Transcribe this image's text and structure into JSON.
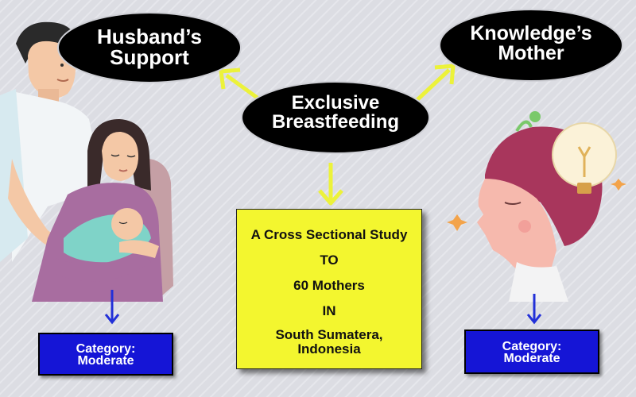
{
  "center": {
    "line1": "Exclusive",
    "line2": "Breastfeeding"
  },
  "left_ellipse": {
    "line1": "Husband’s",
    "line2": "Support"
  },
  "right_ellipse": {
    "line1": "Knowledge’s",
    "line2": "Mother"
  },
  "study_box": {
    "lines": [
      "A Cross Sectional Study",
      "TO",
      "60 Mothers",
      "IN",
      "South Sumatera,",
      "Indonesia"
    ]
  },
  "left_category": {
    "line1": "Category:",
    "line2": "Moderate"
  },
  "right_category": {
    "line1": "Category:",
    "line2": "Moderate"
  },
  "colors": {
    "ellipse_fill": "#000000",
    "arrow_yellow": "#ecf23a",
    "study_box_fill": "#f3f62f",
    "category_fill": "#1515d6",
    "blue_arrow": "#2230d8"
  },
  "icons": [
    "father-illustration",
    "mother-baby-illustration",
    "woman-profile-illustration",
    "lightbulb-icon",
    "sparkle-icon"
  ]
}
